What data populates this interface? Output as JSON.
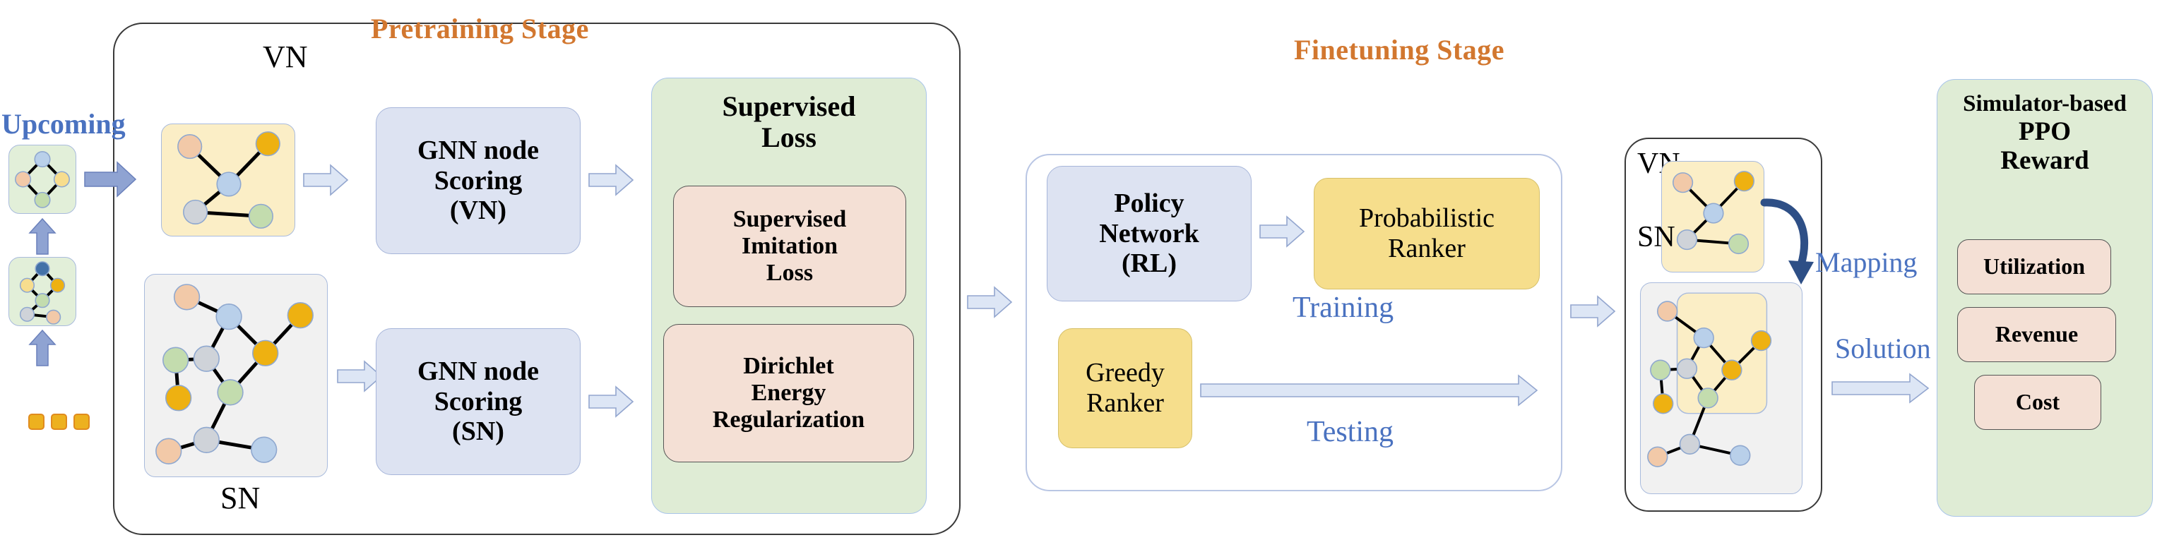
{
  "figure": {
    "stages": [
      {
        "id": "pretraining",
        "title": "Pretraining Stage"
      },
      {
        "id": "finetuning",
        "title": "Finetuning Stage"
      }
    ],
    "accent_color": "#d2772f",
    "label_blue": "#4a72c0"
  },
  "input_column": {
    "heading": "Upcoming",
    "queue_label_icon": "ellipsis-icon",
    "requests": [
      {
        "name": "vn-request-1"
      },
      {
        "name": "vn-request-2"
      }
    ],
    "ellipsis": "..."
  },
  "pretraining": {
    "title": "Pretraining Stage",
    "vn_label": "VN",
    "sn_label": "SN",
    "gnn_vn": {
      "lines": [
        "GNN node",
        "Scoring",
        "(VN)"
      ]
    },
    "gnn_sn": {
      "lines": [
        "GNN node",
        "Scoring",
        "(SN)"
      ]
    },
    "supervised_loss": {
      "title_lines": [
        "Supervised",
        "Loss"
      ],
      "items": [
        {
          "lines": [
            "Supervised",
            "Imitation",
            "Loss"
          ]
        },
        {
          "lines": [
            "Dirichlet",
            "Energy",
            "Regularization"
          ]
        }
      ]
    }
  },
  "finetuning": {
    "title": "Finetuning Stage",
    "policy_network": {
      "lines": [
        "Policy",
        "Network",
        "(RL)"
      ]
    },
    "probabilistic_ranker": {
      "lines": [
        "Probabilistic",
        "Ranker"
      ]
    },
    "greedy_ranker": {
      "lines": [
        "Greedy",
        "Ranker"
      ]
    },
    "training_label": "Training",
    "testing_label": "Testing"
  },
  "mapping_panel": {
    "vn_label": "VN",
    "sn_label": "SN",
    "mapping_label": "Mapping",
    "solution_label": "Solution"
  },
  "reward_panel": {
    "title_lines": [
      "Simulator-based",
      "PPO",
      "Reward"
    ],
    "items": [
      "Utilization",
      "Revenue",
      "Cost"
    ]
  },
  "colors": {
    "box_blue": "#dde3f2",
    "box_green": "#dfecd5",
    "box_pink": "#f4e0d5",
    "box_yellow": "#f6de8c",
    "panel_yellow": "#fbeec6",
    "panel_grey": "#f1f1f1",
    "panel_green": "#e2efd9",
    "arrow_fill": "#dde6f5",
    "arrow_solid": "#7b92c8",
    "node_blue": "#b9d0ea",
    "node_orange": "#f2c9a8",
    "node_gold": "#eeb111",
    "node_green": "#c3dcae",
    "node_grey": "#cfd3d9",
    "node_paleyellow": "#f7dd8e",
    "node_darkblue": "#4472a8"
  }
}
